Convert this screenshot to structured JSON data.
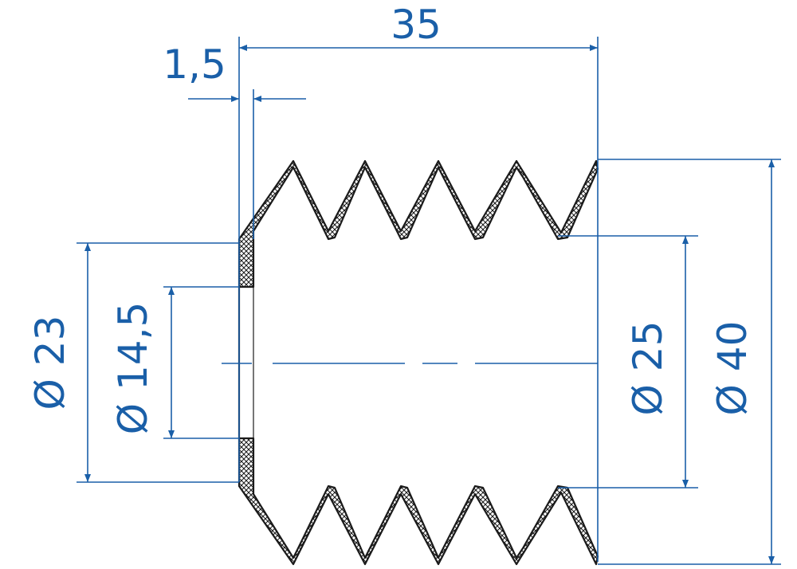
{
  "colors": {
    "dimension": "#1a5fa8",
    "outline": "#1a1a1a",
    "background": "#ffffff"
  },
  "dimensions": {
    "length": "35",
    "wall_thickness": "1,5",
    "dia_inner_small": "Ø 14,5",
    "dia_collar": "Ø 23",
    "dia_bellow_inner": "Ø 25",
    "dia_bellow_outer": "Ø 40"
  }
}
